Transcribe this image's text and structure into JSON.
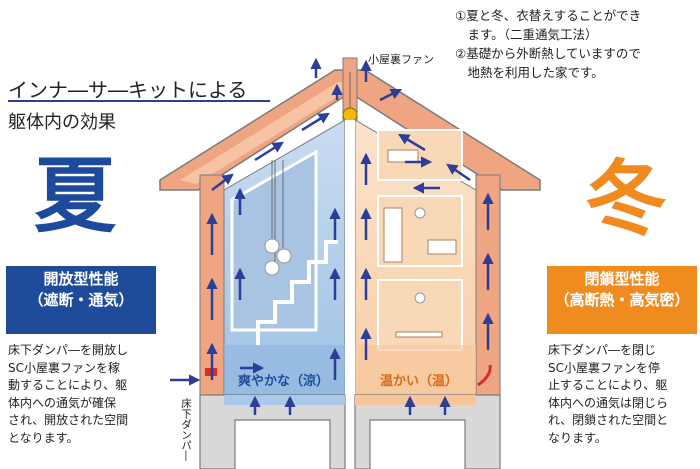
{
  "heading": {
    "line1": "インナ―サ―キットによる",
    "line2": "躯体内の効果"
  },
  "notes": [
    "①夏と冬、衣替えすることができ",
    "　ます。（二重通気工法）",
    "②基礎から外断熱していますので",
    "　地熱を利用した家です。"
  ],
  "summer": {
    "kanji": "夏",
    "badge_line1": "開放型性能",
    "badge_line2": "（遮断・通気）",
    "description": [
      "床下ダンパ―を開放し",
      "SC小屋裏ファンを稼",
      "動することにより、躯",
      "体内への通気が確保",
      "され、開放された空間",
      "となります。"
    ],
    "air_label": "爽やかな（涼）",
    "damper_label": "床下ダンパ―",
    "color": "#1e4c9a"
  },
  "winter": {
    "kanji": "冬",
    "badge_line1": "閉鎖型性能",
    "badge_line2": "（高断熱・高気密）",
    "description": [
      "床下ダンパ―を閉じ",
      "SC小屋裏ファンを停",
      "止することにより、躯",
      "体内への通気は閉じら",
      "れ、閉鎖された空間と",
      "なります。"
    ],
    "air_label": "温かい（温）",
    "color": "#f08b1f"
  },
  "attic_fan_label": "小屋裏ファン",
  "colors": {
    "arrow": "#2d3e99",
    "roof": "#f0a582",
    "wall_summer": "#b6cde8",
    "wall_winter": "#f6c9a2"
  }
}
